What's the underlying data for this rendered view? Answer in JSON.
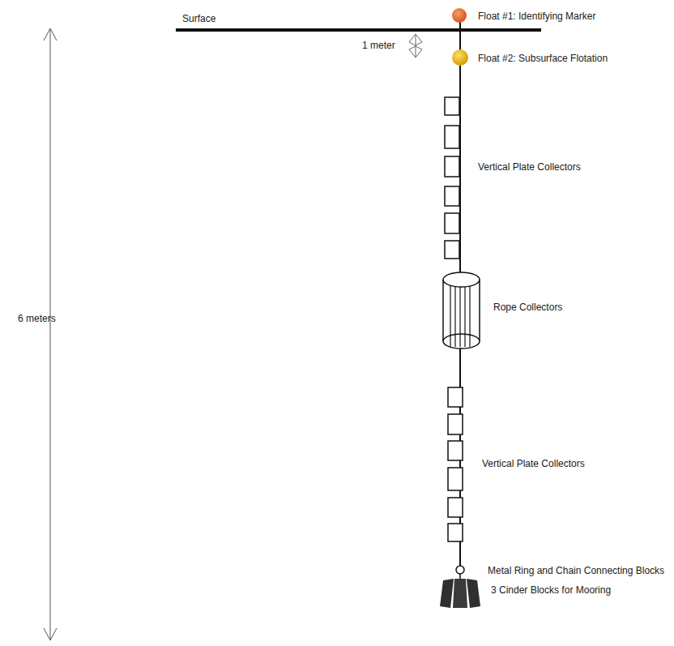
{
  "diagram": {
    "labels": [
      "6 meters",
      "Surface",
      "1 meter",
      "Float #1: Identifying Marker",
      "Float #2: Subsurface Flotation",
      "Vertical Plate Collectors",
      "Rope Collectors",
      "Vertical Plate Collectors",
      "Metal Ring and Chain Connecting Blocks",
      "3 Cinder Blocks for Mooring"
    ]
  }
}
